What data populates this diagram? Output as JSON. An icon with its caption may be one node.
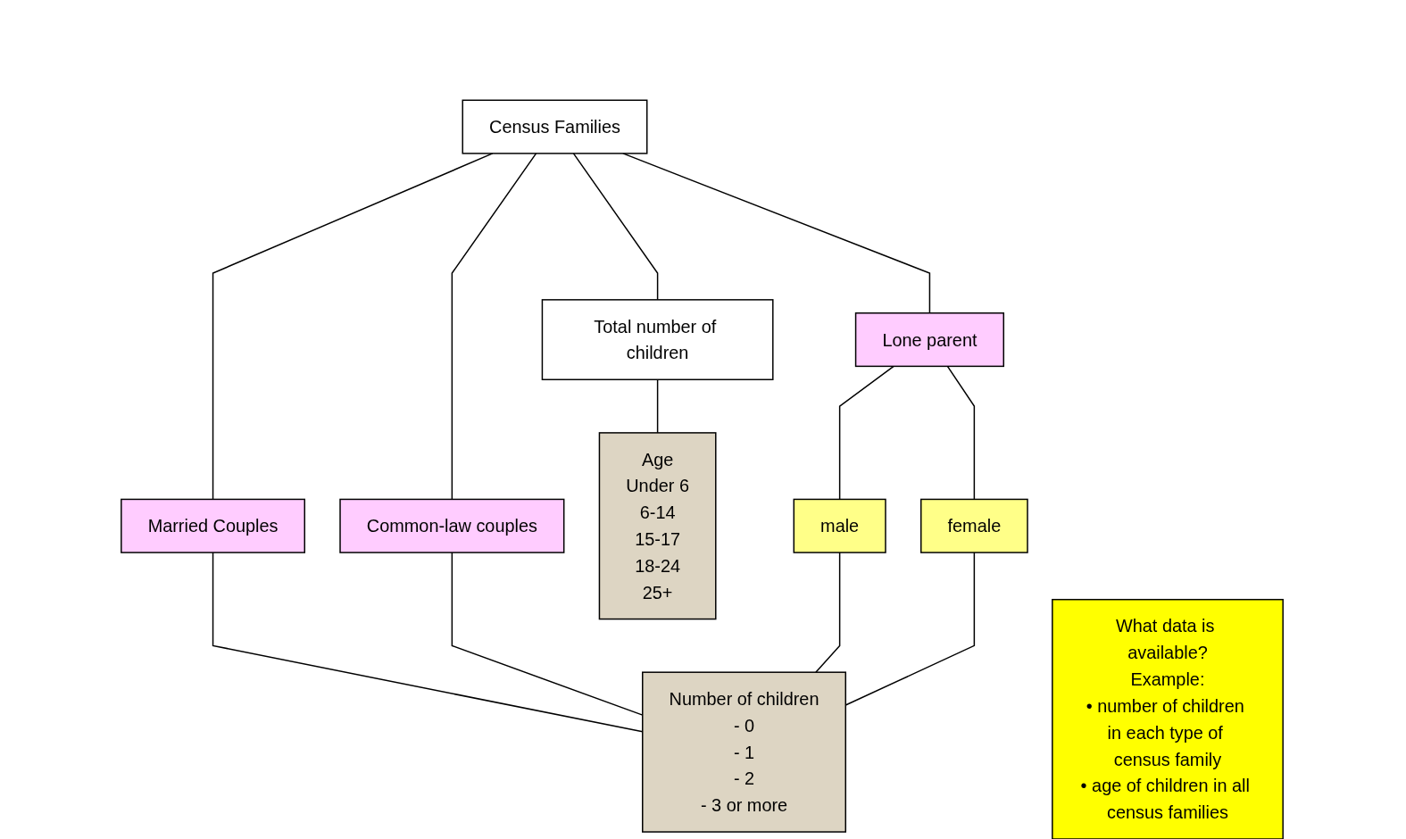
{
  "diagram": {
    "nodes": [
      {
        "text": [
          "Census Families"
        ]
      },
      {
        "text": [
          "Total number of children"
        ]
      },
      {
        "text": [
          "Married Couples"
        ]
      },
      {
        "text": [
          "Common-law couples"
        ]
      },
      {
        "text": [
          "Lone parent"
        ]
      },
      {
        "text": [
          "Age",
          "Under 6",
          "6-14",
          "15-17",
          "18-24",
          "25+"
        ]
      },
      {
        "text": [
          "male"
        ]
      },
      {
        "text": [
          "female"
        ]
      },
      {
        "text": [
          "Number of children",
          "- 0",
          "- 1",
          "- 2",
          "- 3 or more"
        ]
      },
      {
        "text": [
          "What data is available?",
          "Example:",
          "• number of children in each type of census family",
          "• age of children in all census families"
        ]
      }
    ],
    "edges": [
      {
        "from": 0,
        "to": 1,
        "arrow": "none"
      },
      {
        "from": 0,
        "to": 2,
        "arrow": "none"
      },
      {
        "from": 0,
        "to": 3,
        "arrow": "none"
      },
      {
        "from": 0,
        "to": 4,
        "arrow": "none"
      },
      {
        "from": 1,
        "to": 5,
        "arrow": "none"
      },
      {
        "from": 4,
        "to": 6,
        "arrow": "none"
      },
      {
        "from": 4,
        "to": 7,
        "arrow": "none"
      },
      {
        "from": 2,
        "to": 8,
        "arrow": "none"
      },
      {
        "from": 3,
        "to": 8,
        "arrow": "none"
      },
      {
        "from": 6,
        "to": 8,
        "arrow": "none"
      },
      {
        "from": 7,
        "to": 8,
        "arrow": "none"
      }
    ]
  }
}
